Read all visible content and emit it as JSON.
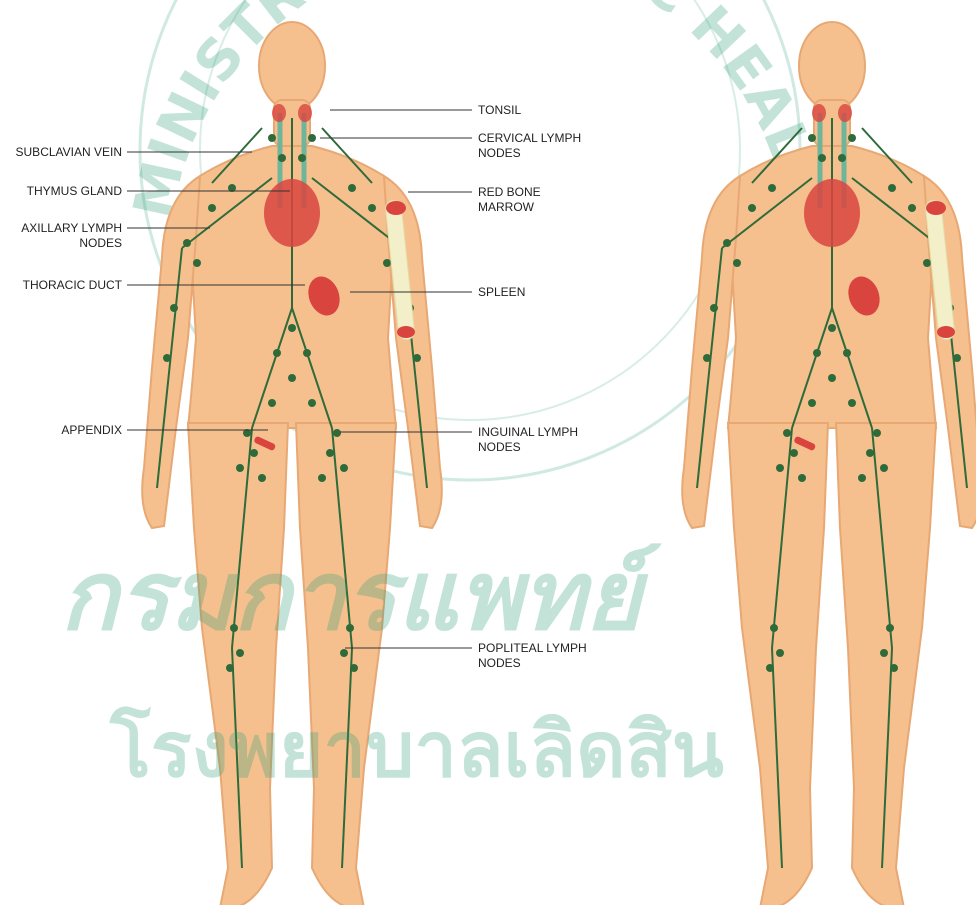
{
  "labels_left": [
    {
      "id": "subclavian-vein",
      "text": "SUBCLAVIAN VEIN"
    },
    {
      "id": "thymus-gland",
      "text": "THYMUS GLAND"
    },
    {
      "id": "axillary-lymph-nodes",
      "text": "AXILLARY LYMPH\nNODES"
    },
    {
      "id": "thoracic-duct",
      "text": "THORACIC DUCT"
    },
    {
      "id": "appendix",
      "text": "APPENDIX"
    }
  ],
  "labels_right": [
    {
      "id": "tonsil",
      "text": "TONSIL"
    },
    {
      "id": "cervical-lymph-nodes",
      "text": "CERVICAL LYMPH\nNODES"
    },
    {
      "id": "red-bone-marrow",
      "text": "RED BONE\nMARROW"
    },
    {
      "id": "spleen",
      "text": "SPLEEN"
    },
    {
      "id": "inguinal-lymph-nodes",
      "text": "INGUINAL LYMPH\nNODES"
    },
    {
      "id": "popliteal-lymph-nodes",
      "text": "POPLITEAL LYMPH\nNODES"
    }
  ],
  "watermark": {
    "seal_text": "MINISTRY OF PUBLIC HEALTH",
    "line1": "กรมการแพทย์",
    "line2": "โรงพยาบาลเลิดสิน"
  },
  "colors": {
    "skin": "#f5c08e",
    "skin_outline": "#e8a874",
    "lymph": "#2f6b3a",
    "vein": "#6fb59a",
    "organ_red": "#d9443f",
    "bone": "#f3efc8",
    "watermark": "#2a9d7a"
  }
}
